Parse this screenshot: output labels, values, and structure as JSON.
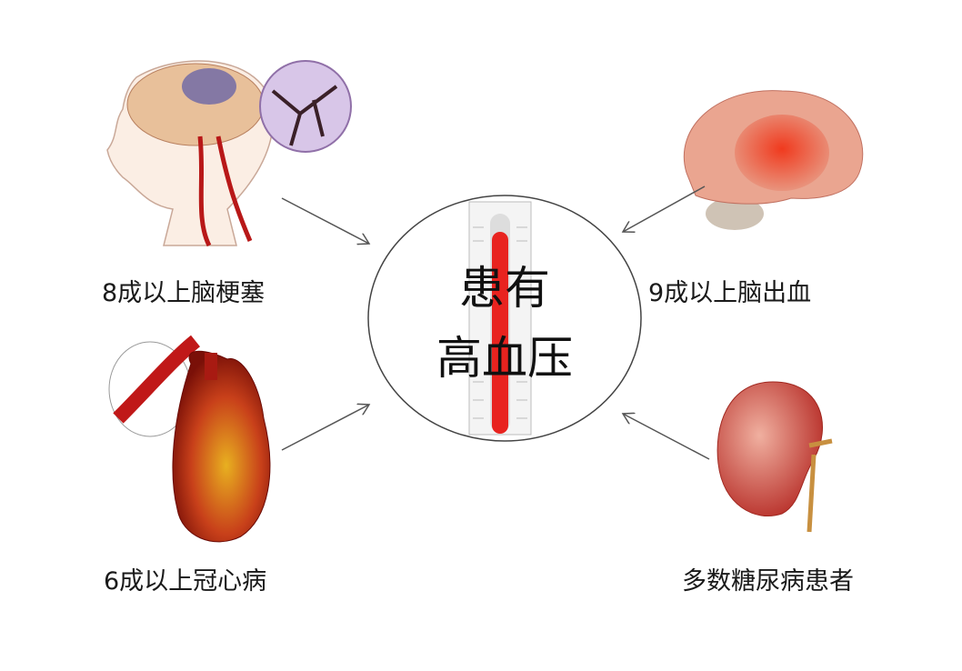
{
  "center": {
    "line1": "患有",
    "line2": "高血压"
  },
  "labels": {
    "top_left": "8成以上脑梗塞",
    "top_right": "9成以上脑出血",
    "bottom_left": "6成以上冠心病",
    "bottom_right": "多数糖尿病患者"
  },
  "colors": {
    "accent": "#e8231f",
    "text": "#1a1a1a"
  }
}
